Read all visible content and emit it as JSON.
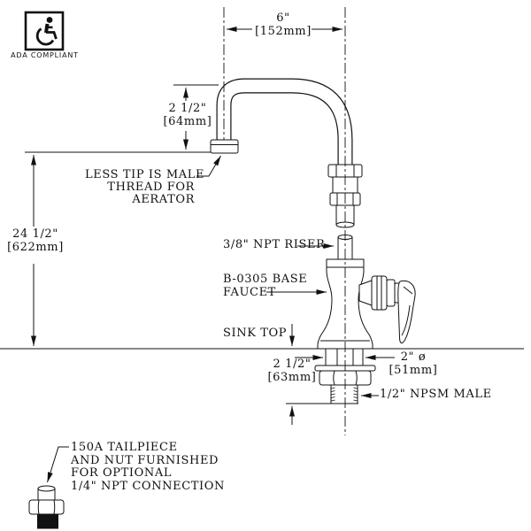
{
  "drawing": {
    "ada": {
      "label": "ADA COMPLIANT"
    },
    "dimensions": {
      "spout_reach": {
        "inches": "6\"",
        "mm": "[152mm]"
      },
      "spout_height": {
        "inches": "2 1/2\"",
        "mm": "[64mm]"
      },
      "overall_height": {
        "inches": "24 1/2\"",
        "mm": "[622mm]"
      },
      "shank_length": {
        "inches": "2 1/2\"",
        "mm": "[63mm]"
      },
      "flange_diameter": {
        "inches": "2\" ø",
        "mm": "[51mm]"
      }
    },
    "labels": {
      "aerator_note_line1": "LESS TIP IS MALE",
      "aerator_note_line2": "THREAD FOR",
      "aerator_note_line3": "AERATOR",
      "riser": "3/8\" NPT RISER",
      "base_faucet_line1": "B-0305 BASE",
      "base_faucet_line2": "FAUCET",
      "sink_top": "SINK TOP",
      "npsm": "1/2\" NPSM MALE",
      "tailpiece_line1": "150A TAILPIECE",
      "tailpiece_line2": "AND NUT FURNISHED",
      "tailpiece_line3": "FOR OPTIONAL",
      "tailpiece_line4": "1/4\" NPT CONNECTION"
    },
    "colors": {
      "line": "#111111",
      "background": "#ffffff"
    }
  }
}
